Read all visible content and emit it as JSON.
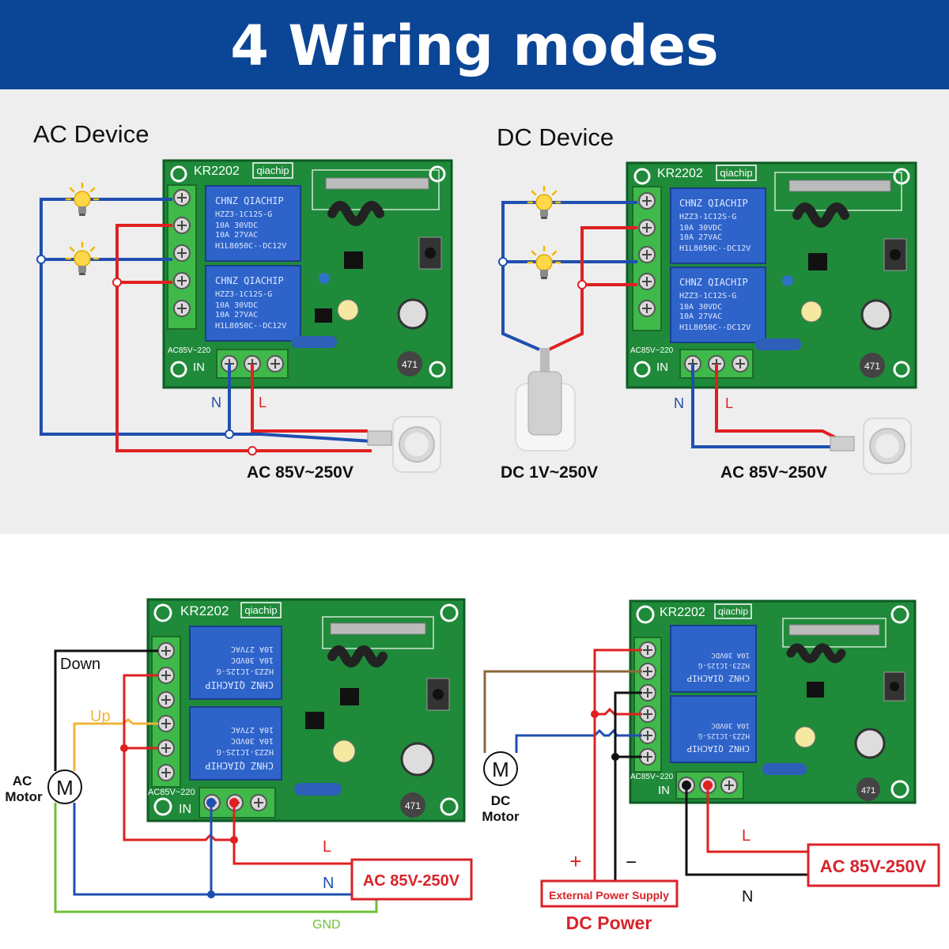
{
  "title": "4 Wiring modes",
  "colors": {
    "banner": "#0b4596",
    "pcb": "#1f8a3a",
    "terminal": "#3fb94a",
    "relay": "#2e63c9",
    "wire_red": "#e02020",
    "wire_blue": "#1f4fb0",
    "wire_black": "#111111",
    "wire_green": "#6fbf3a",
    "wire_yellow": "#f0b43a",
    "wire_brown": "#8a6a3a",
    "box_red": "#d9232a"
  },
  "board": {
    "model": "KR2202",
    "brand": "qiachip",
    "relay_lines": [
      "CHNZ QIACHIP",
      "HZZ3-1C12S-G",
      "10A 30VDC",
      "10A 27VAC",
      "H1L8050C--DC12V"
    ],
    "power_label": "AC85V~220",
    "in_label": "IN",
    "inductor": "471"
  },
  "modes": {
    "ac_device": {
      "heading": "AC Device",
      "n_label": "N",
      "l_label": "L",
      "supply": "AC 85V~250V"
    },
    "dc_device": {
      "heading": "DC Device",
      "n_label": "N",
      "l_label": "L",
      "dc_supply": "DC 1V~250V",
      "ac_supply": "AC 85V~250V"
    },
    "ac_motor": {
      "down_label": "Down",
      "up_label": "Up",
      "motor_symbol": "M",
      "motor_label_1": "AC",
      "motor_label_2": "Motor",
      "l_label": "L",
      "n_label": "N",
      "supply": "AC 85V-250V",
      "gnd_label": "GND"
    },
    "dc_motor": {
      "motor_symbol": "M",
      "motor_label_1": "DC",
      "motor_label_2": "Motor",
      "plus_label": "+",
      "minus_label": "−",
      "ext_supply": "External Power Supply",
      "dc_power": "DC Power",
      "l_label": "L",
      "n_label": "N",
      "supply": "AC 85V-250V"
    }
  }
}
